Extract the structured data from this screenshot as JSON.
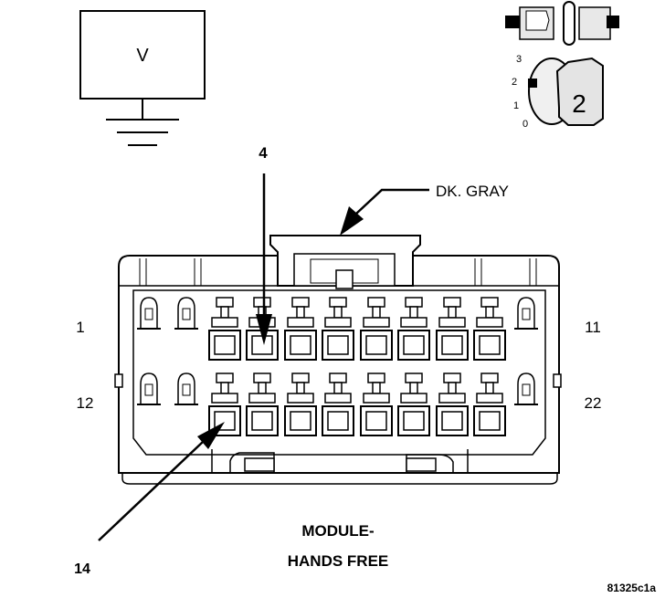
{
  "meter_symbol": {
    "label": "V"
  },
  "connector_view_icon": {
    "positions": [
      "3",
      "2",
      "1",
      "0"
    ],
    "key_number": "2"
  },
  "callouts": {
    "pin_top": "4",
    "pin_bottom": "14",
    "color": "DK. GRAY"
  },
  "row_labels": {
    "top_left": "1",
    "top_right": "11",
    "bottom_left": "12",
    "bottom_right": "22"
  },
  "title": {
    "line1": "MODULE-",
    "line2": "HANDS FREE"
  },
  "figure_id": "81325c1a"
}
